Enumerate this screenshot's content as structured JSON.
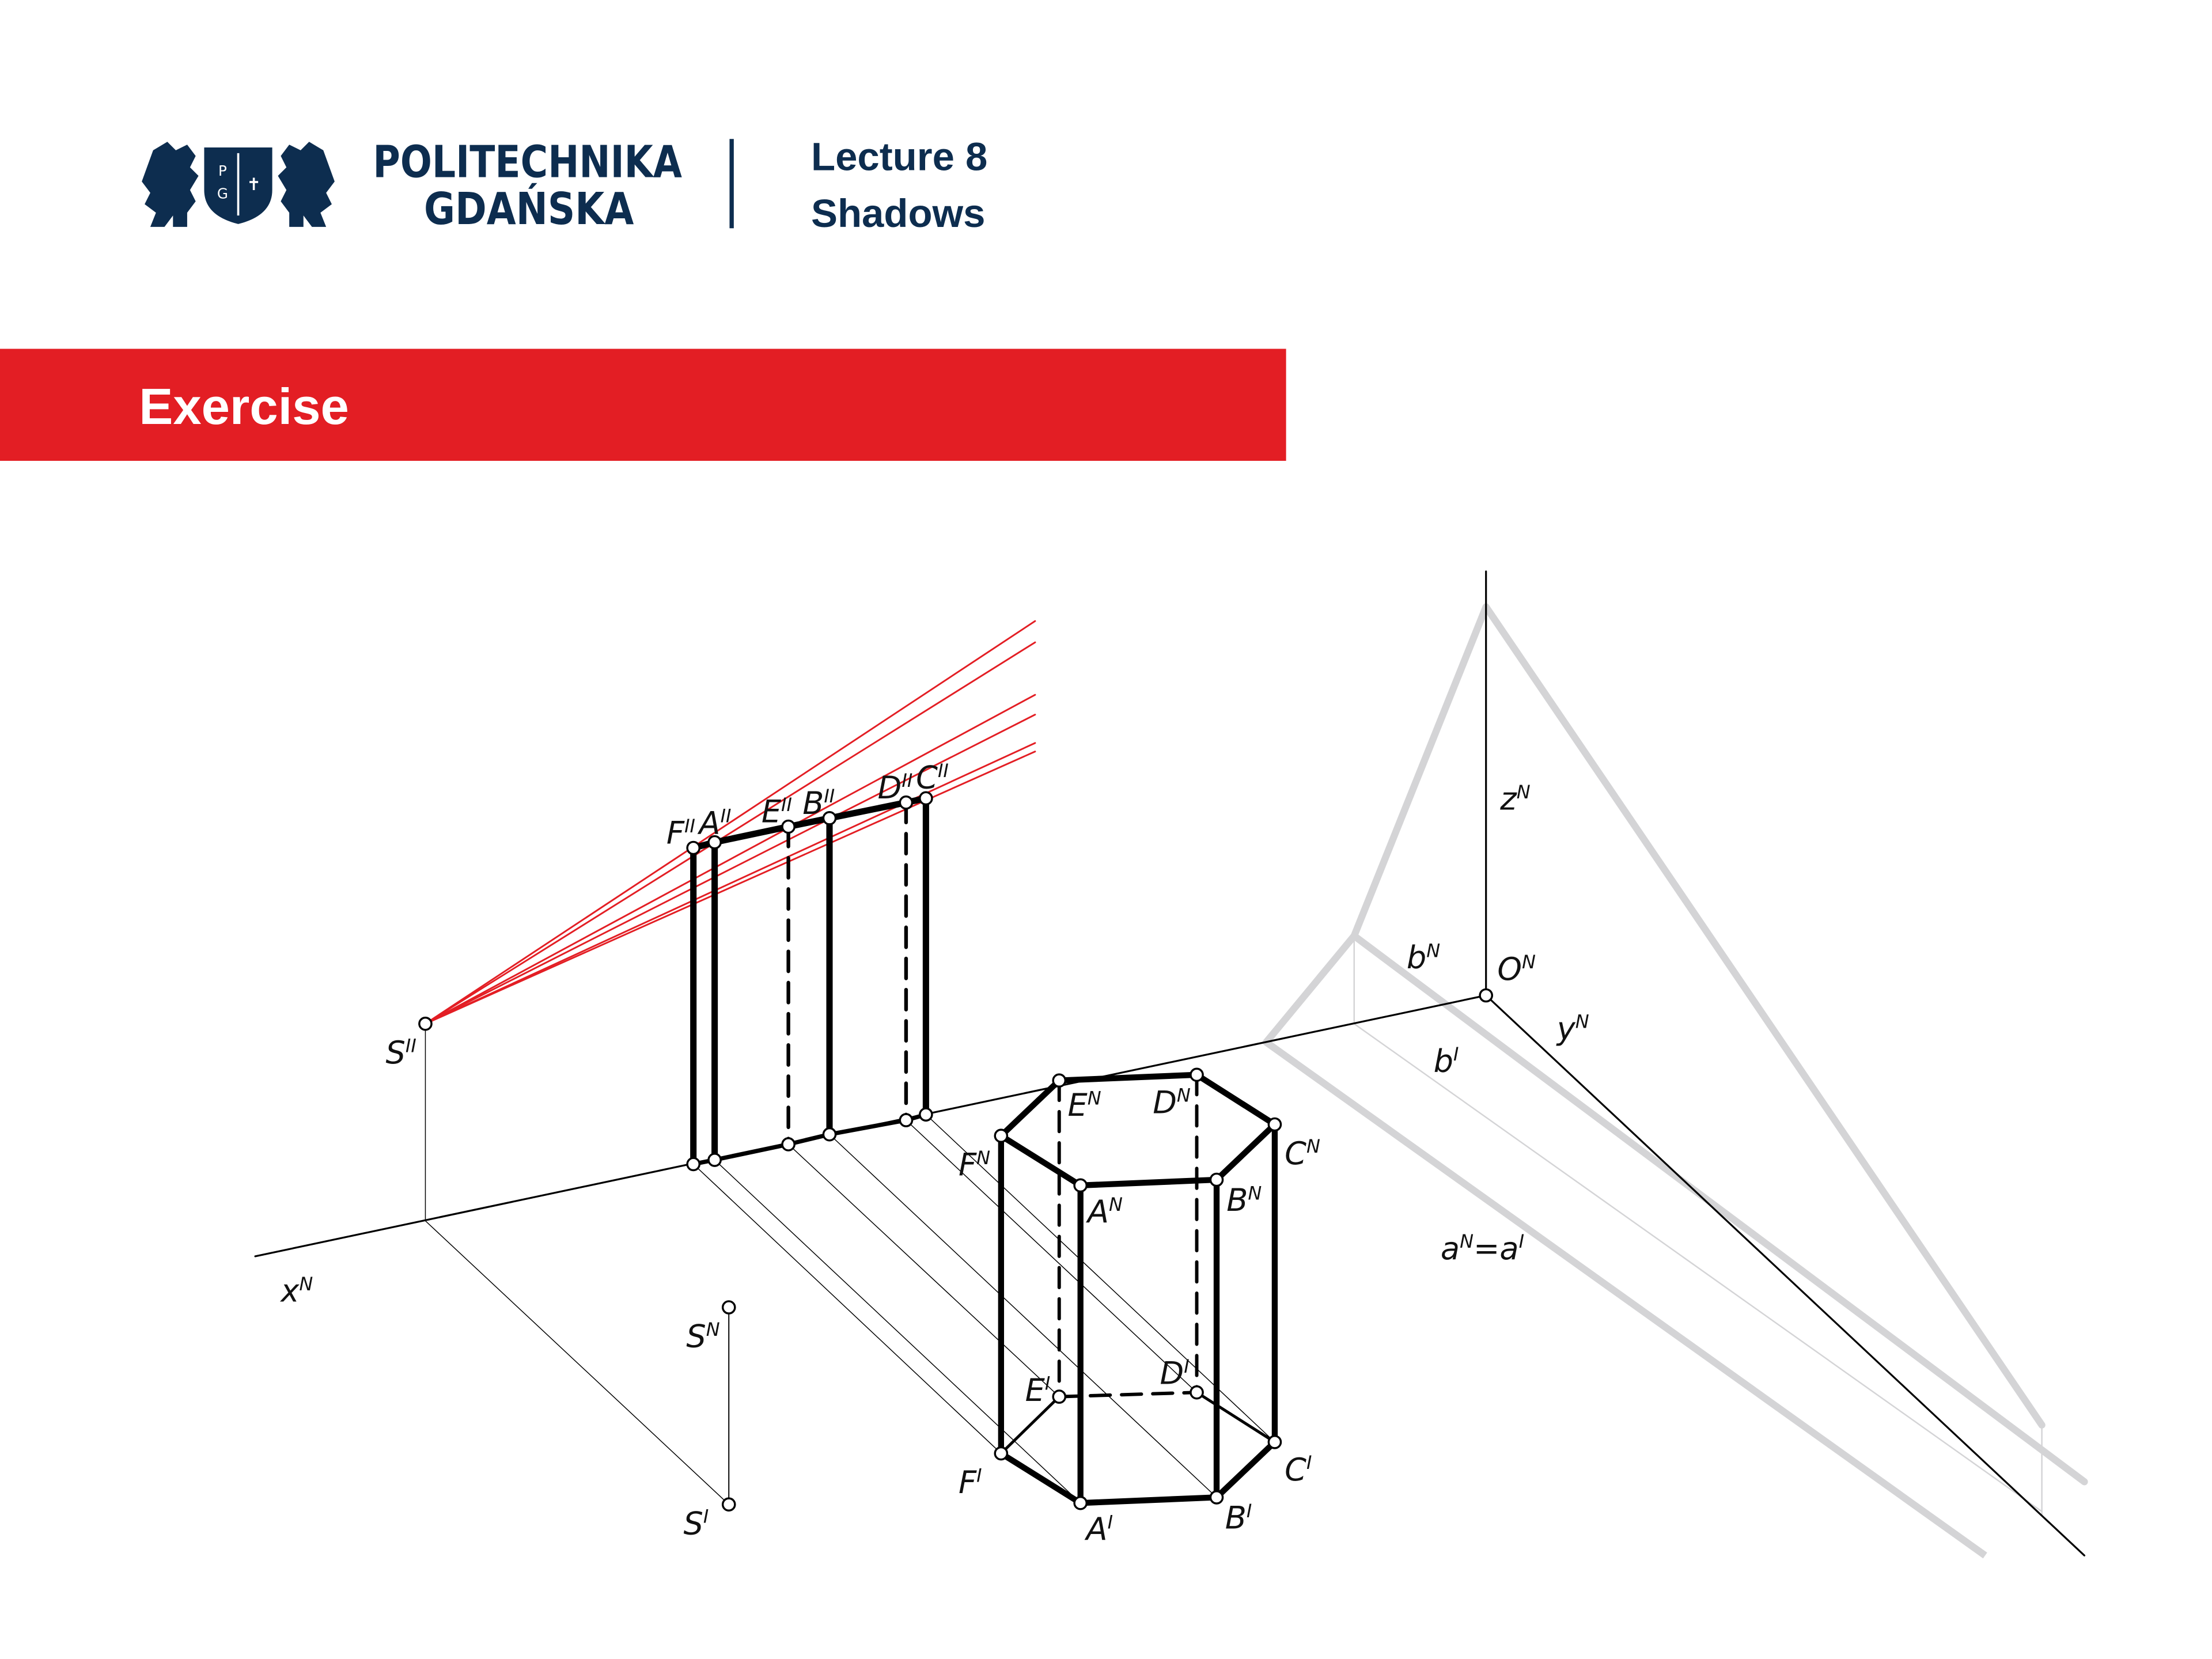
{
  "header": {
    "logo_text": [
      "P",
      "G"
    ],
    "brand_line1": "POLITECHNIKA",
    "brand_line2": "GDAŃSKA",
    "lecture": "Lecture 8",
    "topic": "Shadows",
    "brand_color": "#0d2d4f"
  },
  "banner": {
    "title": "Exercise",
    "color": "#e31e24"
  },
  "diagram": {
    "light_ray_color": "#e31e24",
    "plane_trace_color": "#d4d4d6",
    "labels": [
      {
        "id": "F2",
        "base": "F",
        "sup": "II"
      },
      {
        "id": "A2",
        "base": "A",
        "sup": "II"
      },
      {
        "id": "E2",
        "base": "E",
        "sup": "II"
      },
      {
        "id": "B2",
        "base": "B",
        "sup": "II"
      },
      {
        "id": "D2",
        "base": "D",
        "sup": "II"
      },
      {
        "id": "C2",
        "base": "C",
        "sup": "II"
      },
      {
        "id": "S2",
        "base": "S",
        "sup": "II"
      },
      {
        "id": "SN",
        "base": "S",
        "sup": "N"
      },
      {
        "id": "S1",
        "base": "S",
        "sup": "I"
      },
      {
        "id": "xN",
        "base": "x",
        "sup": "N"
      },
      {
        "id": "EN",
        "base": "E",
        "sup": "N"
      },
      {
        "id": "DN",
        "base": "D",
        "sup": "N"
      },
      {
        "id": "CN",
        "base": "C",
        "sup": "N"
      },
      {
        "id": "BN",
        "base": "B",
        "sup": "N"
      },
      {
        "id": "AN",
        "base": "A",
        "sup": "N"
      },
      {
        "id": "FN",
        "base": "F",
        "sup": "N"
      },
      {
        "id": "E1",
        "base": "E",
        "sup": "I"
      },
      {
        "id": "D1",
        "base": "D",
        "sup": "I"
      },
      {
        "id": "C1",
        "base": "C",
        "sup": "I"
      },
      {
        "id": "B1",
        "base": "B",
        "sup": "I"
      },
      {
        "id": "A1",
        "base": "A",
        "sup": "I"
      },
      {
        "id": "F1",
        "base": "F",
        "sup": "I"
      },
      {
        "id": "zN",
        "base": "z",
        "sup": "N"
      },
      {
        "id": "bN",
        "base": "b",
        "sup": "N"
      },
      {
        "id": "ON",
        "base": "O",
        "sup": "N"
      },
      {
        "id": "yN",
        "base": "y",
        "sup": "N"
      },
      {
        "id": "b1",
        "base": "b",
        "sup": "I"
      },
      {
        "id": "aN",
        "base": "a",
        "sup": "N",
        "tail": "=a",
        "tail_sup": "I"
      }
    ]
  }
}
